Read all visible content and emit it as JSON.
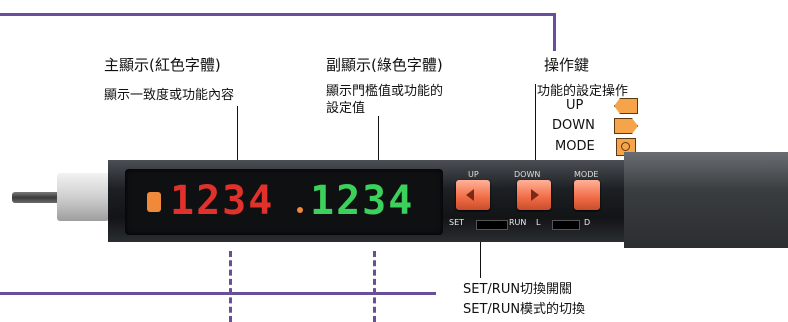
{
  "main_display": {
    "title": "主顯示(紅色字體)",
    "desc": "顯示一致度或功能內容",
    "value": "1234",
    "color": "#e0312b"
  },
  "sub_display": {
    "title": "副顯示(綠色字體)",
    "desc_line1": "顯示門檻值或功能的",
    "desc_line2": "設定值",
    "value": "1234",
    "color": "#3cd15a"
  },
  "keys": {
    "title": "操作鍵",
    "desc": "功能的設定操作",
    "items": [
      {
        "label": "UP",
        "icon": "up-key-icon"
      },
      {
        "label": "DOWN",
        "icon": "down-key-icon"
      },
      {
        "label": "MODE",
        "icon": "mode-key-icon"
      }
    ]
  },
  "switch": {
    "title": "SET/RUN切換開關",
    "desc": "SET/RUN模式的切換"
  },
  "device": {
    "btn_up": "UP",
    "btn_down": "DOWN",
    "btn_mode": "MODE",
    "sw_set": "SET",
    "sw_run": "RUN",
    "sw_l": "L",
    "sw_d": "D"
  },
  "colors": {
    "accent_line": "#6b4e9a",
    "icon_fill": "#f6a44a"
  }
}
